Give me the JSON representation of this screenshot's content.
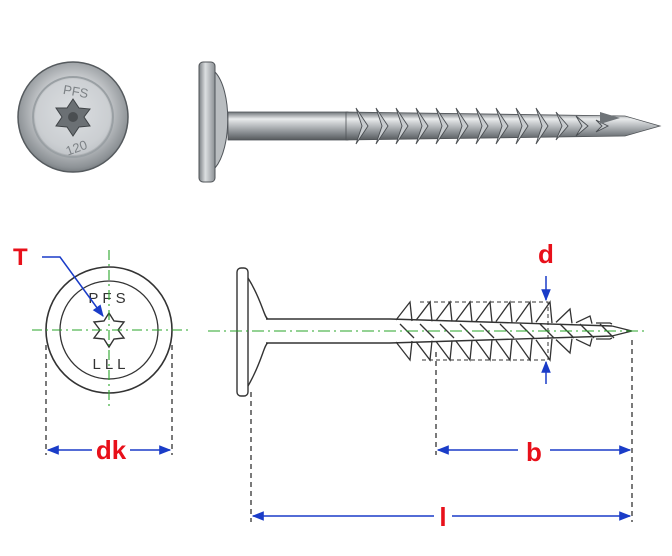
{
  "labels": {
    "drive": "T",
    "thread_diameter": "d",
    "head_diameter": "dk",
    "thread_length": "b",
    "total_length": "l"
  },
  "head_marking": {
    "top": "PFS",
    "bottom": "LLL"
  },
  "photo_head_marking": {
    "top": "PFS",
    "bottom": "120"
  },
  "colors": {
    "label": "#e8101a",
    "arrow": "#1a3cc8",
    "centerline": "#2aa52a",
    "dash": "#222222",
    "outline": "#333333"
  }
}
